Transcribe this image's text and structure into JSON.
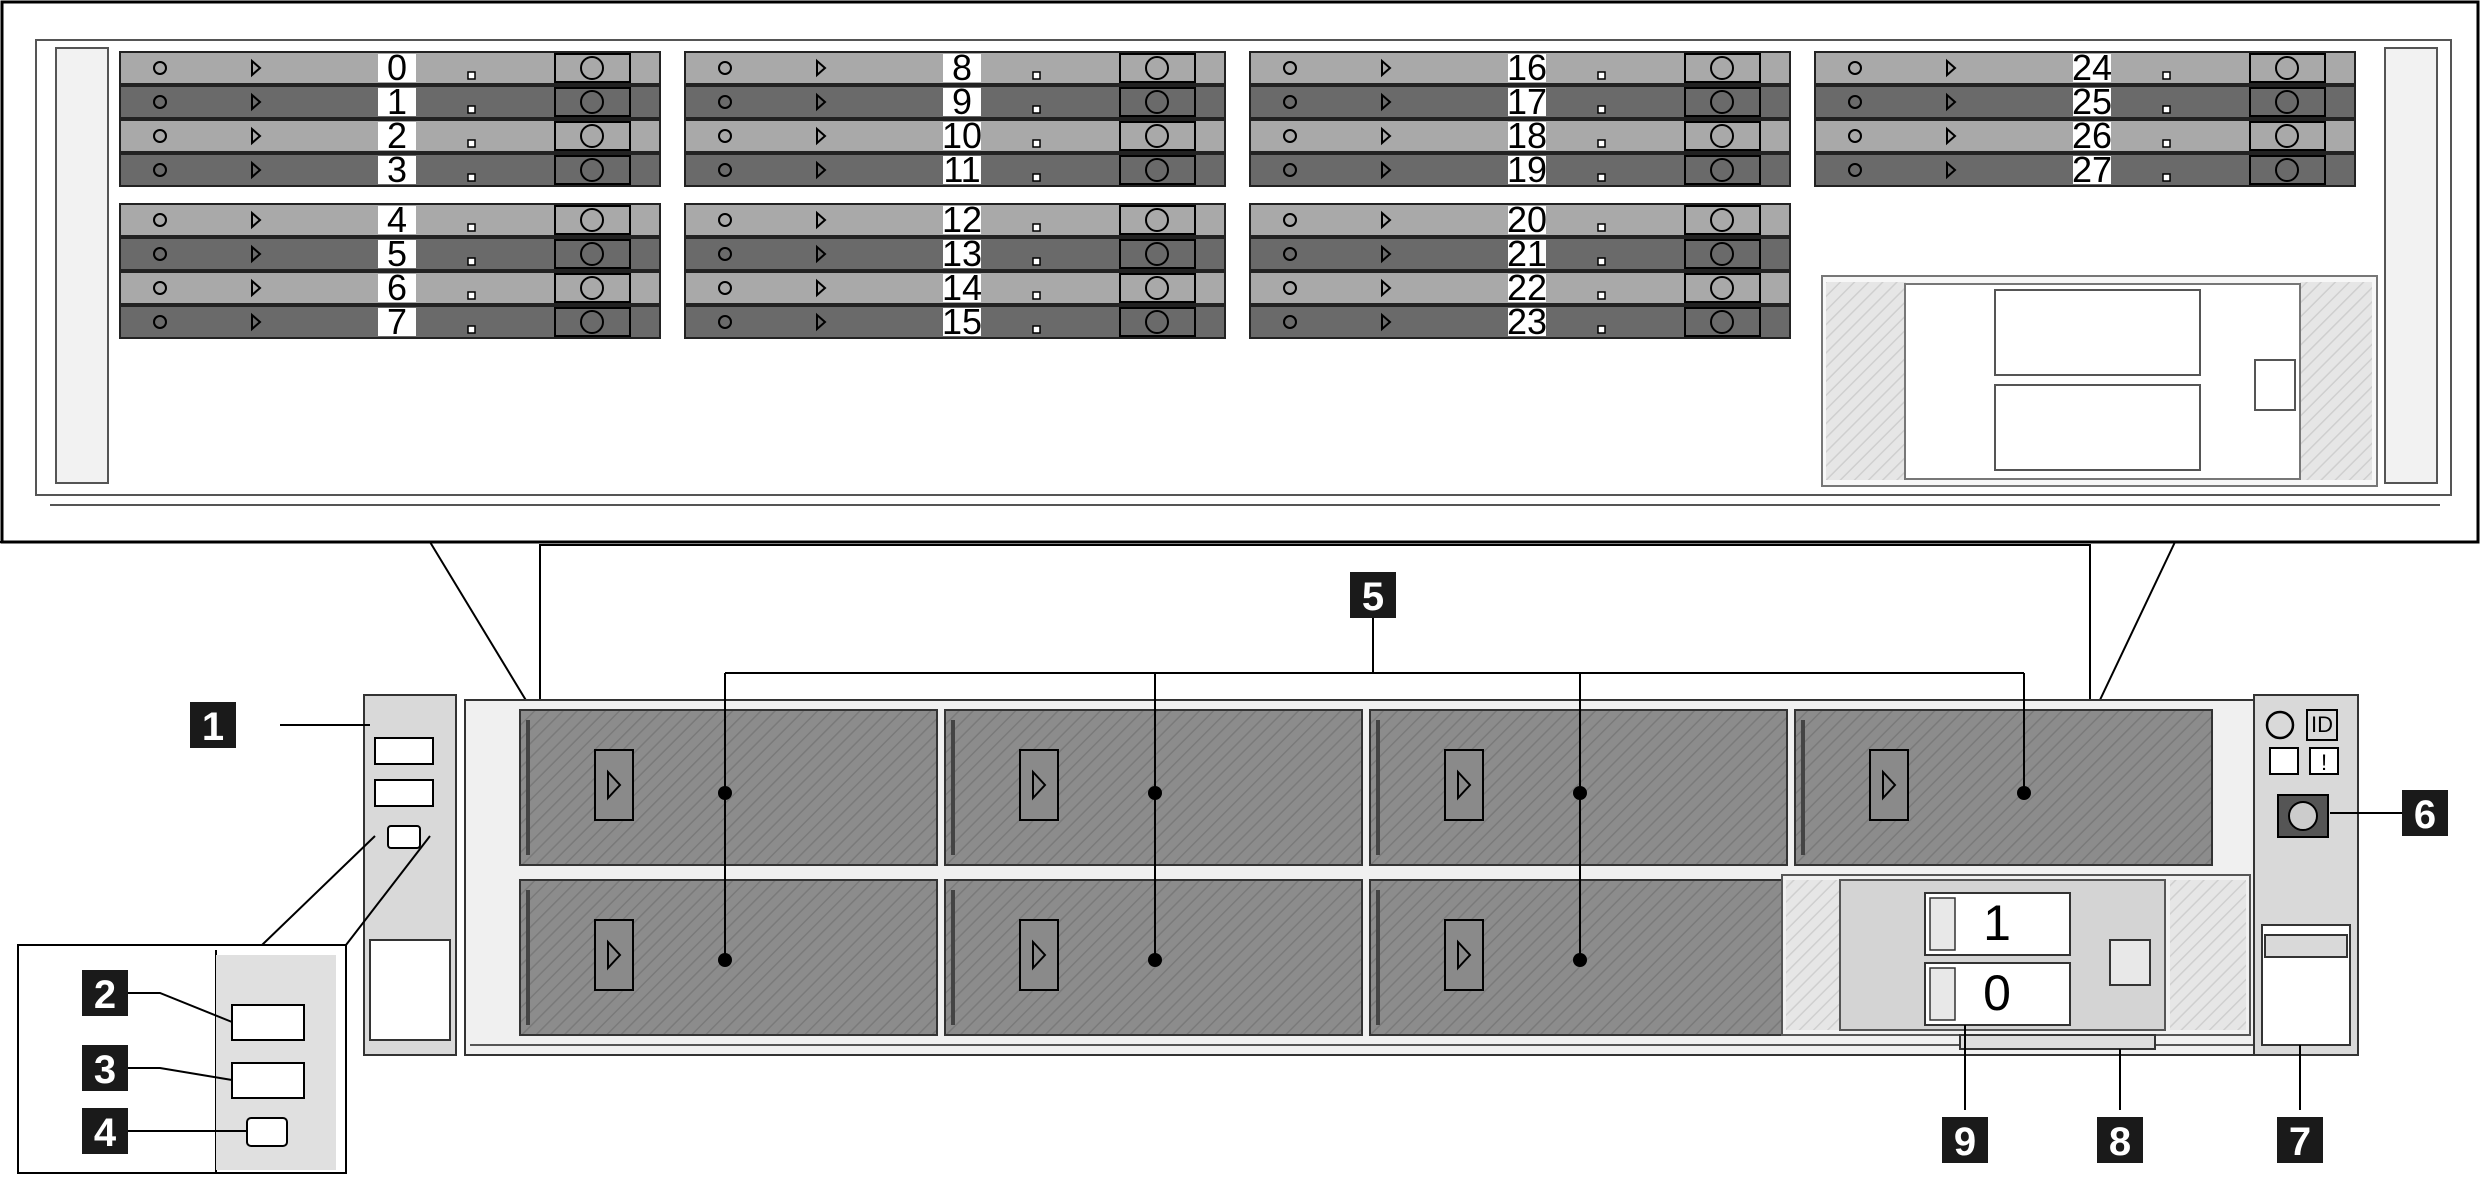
{
  "drive_bays": {
    "columns": [
      [
        "0",
        "1",
        "2",
        "3",
        "4",
        "5",
        "6",
        "7"
      ],
      [
        "8",
        "9",
        "10",
        "11",
        "12",
        "13",
        "14",
        "15"
      ],
      [
        "16",
        "17",
        "18",
        "19",
        "20",
        "21",
        "22",
        "23"
      ],
      [
        "24",
        "25",
        "26",
        "27"
      ]
    ]
  },
  "rear_drives": [
    "1",
    "0"
  ],
  "id_button_label": "ID",
  "error_led_label": "!",
  "callouts": {
    "usb_assembly": "1",
    "usb_port_top": "2",
    "usb_port_bottom": "3",
    "mini_displayport": "4",
    "drive_bays": "5",
    "operator_panel": "6",
    "rack_latch": "7",
    "pull_out_tab": "8",
    "rear_drive_cage": "9"
  },
  "colors": {
    "callout_bg": "#1a1a1a",
    "drive_light": "#a9a9a9",
    "drive_dark": "#6a6a6a",
    "bay_fill": "#8a8a8a",
    "panel_light": "#e0e0e0"
  }
}
